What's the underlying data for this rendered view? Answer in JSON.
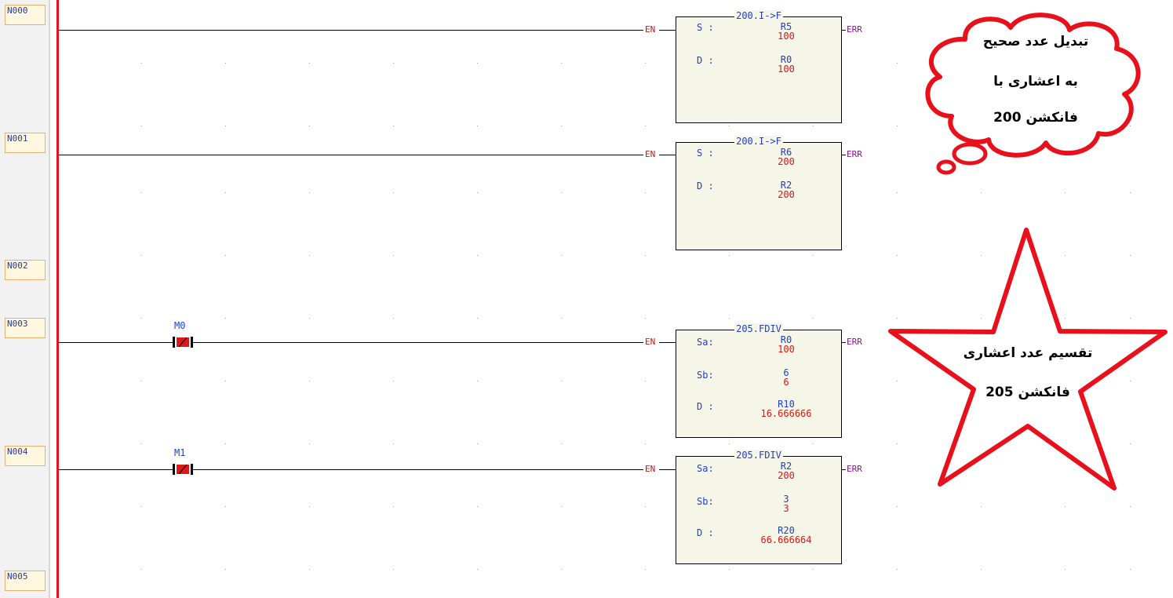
{
  "rungs": [
    {
      "label": "N000"
    },
    {
      "label": "N001"
    },
    {
      "label": "N002"
    },
    {
      "label": "N003"
    },
    {
      "label": "N004"
    },
    {
      "label": "N005"
    }
  ],
  "contacts": [
    {
      "label": "M0"
    },
    {
      "label": "M1"
    }
  ],
  "pins": {
    "en": "EN",
    "err": "ERR"
  },
  "blocks": [
    {
      "title": "200.I->F",
      "rows": [
        {
          "pin": "S :",
          "arg": "R5",
          "val": "100"
        },
        {
          "pin": "D :",
          "arg": "R0",
          "val": "100"
        }
      ]
    },
    {
      "title": "200.I->F",
      "rows": [
        {
          "pin": "S :",
          "arg": "R6",
          "val": "200"
        },
        {
          "pin": "D :",
          "arg": "R2",
          "val": "200"
        }
      ]
    },
    {
      "title": "205.FDIV",
      "rows": [
        {
          "pin": "Sa:",
          "arg": "R0",
          "val": "100"
        },
        {
          "pin": "Sb:",
          "arg": "6",
          "val": "6"
        },
        {
          "pin": "D :",
          "arg": "R10",
          "val": "16.666666"
        }
      ]
    },
    {
      "title": "205.FDIV",
      "rows": [
        {
          "pin": "Sa:",
          "arg": "R2",
          "val": "200"
        },
        {
          "pin": "Sb:",
          "arg": "3",
          "val": "3"
        },
        {
          "pin": "D :",
          "arg": "R20",
          "val": "66.666664"
        }
      ]
    }
  ],
  "annotations": {
    "cloud": {
      "line1": "تبدیل عدد صحیح",
      "line2": "به اعشاری با",
      "line3": "فانکشن 200"
    },
    "star": {
      "line1": "تقسیم عدد اعشاری",
      "line2": "فانکشن 205"
    }
  },
  "colors": {
    "rail": "#e8101a",
    "annotation_outline": "#e8101a",
    "block_fill": "#f6f6e8"
  }
}
